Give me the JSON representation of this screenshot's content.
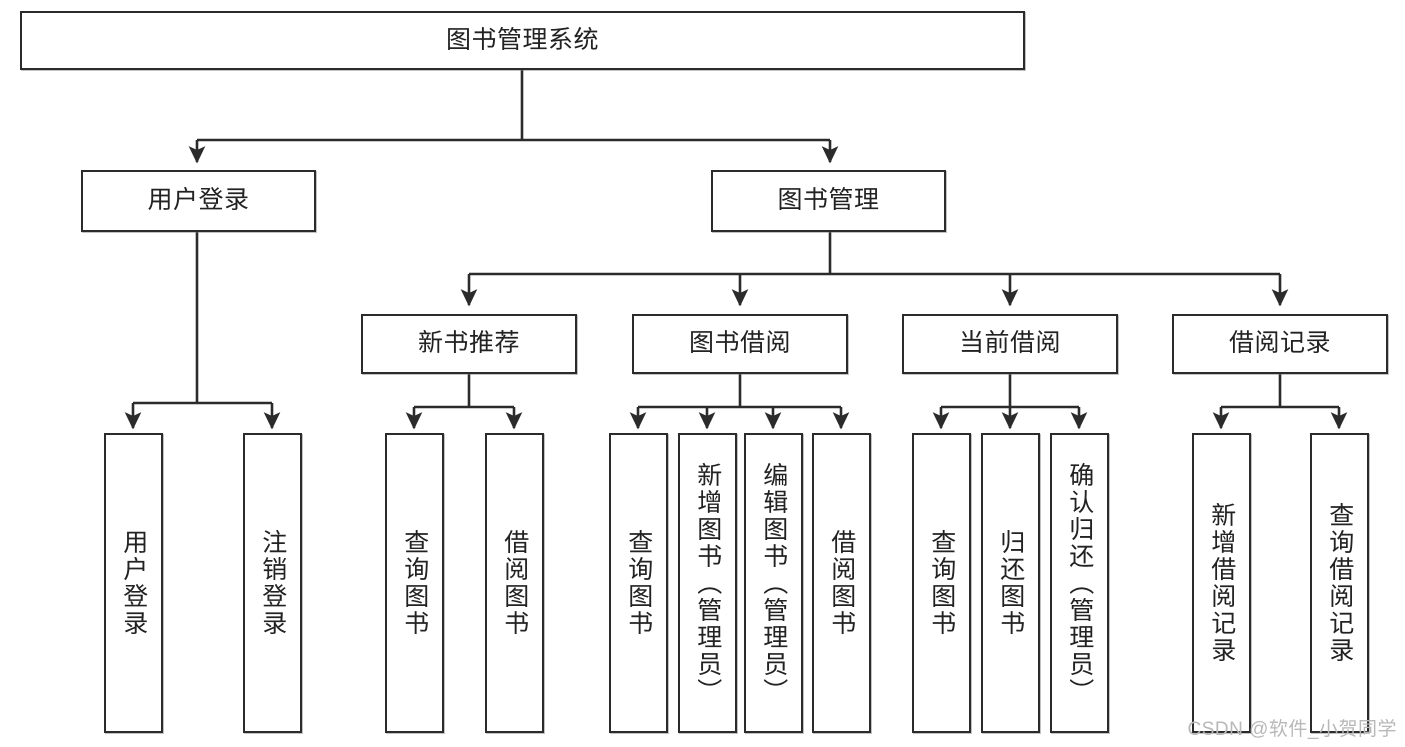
{
  "diagram": {
    "type": "tree-hierarchy",
    "title": "图书管理系统",
    "watermark": "CSDN @软件_小贺同学",
    "colors": {
      "box_border": "#2b2b2b",
      "box_fill": "#ffffff",
      "text": "#222222",
      "edge": "#2b2b2b",
      "watermark": "#b8b8b8"
    },
    "nodes": {
      "root": {
        "label": "图书管理系统"
      },
      "level2": [
        {
          "label": "用户登录"
        },
        {
          "label": "图书管理"
        }
      ],
      "level3": [
        {
          "label": "新书推荐"
        },
        {
          "label": "图书借阅"
        },
        {
          "label": "当前借阅"
        },
        {
          "label": "借阅记录"
        }
      ],
      "leaves": {
        "user_login": [
          {
            "label": "用户登录"
          },
          {
            "label": "注销登录"
          }
        ],
        "new_book_recommend": [
          {
            "label": "查询图书"
          },
          {
            "label": "借阅图书"
          }
        ],
        "book_borrow": [
          {
            "label": "查询图书"
          },
          {
            "label": "新增图书（管理员）"
          },
          {
            "label": "编辑图书（管理员）"
          },
          {
            "label": "借阅图书"
          }
        ],
        "current_borrow": [
          {
            "label": "查询图书"
          },
          {
            "label": "归还图书"
          },
          {
            "label": "确认归还（管理员）"
          }
        ],
        "borrow_record": [
          {
            "label": "新增借阅记录"
          },
          {
            "label": "查询借阅记录"
          }
        ]
      }
    }
  }
}
